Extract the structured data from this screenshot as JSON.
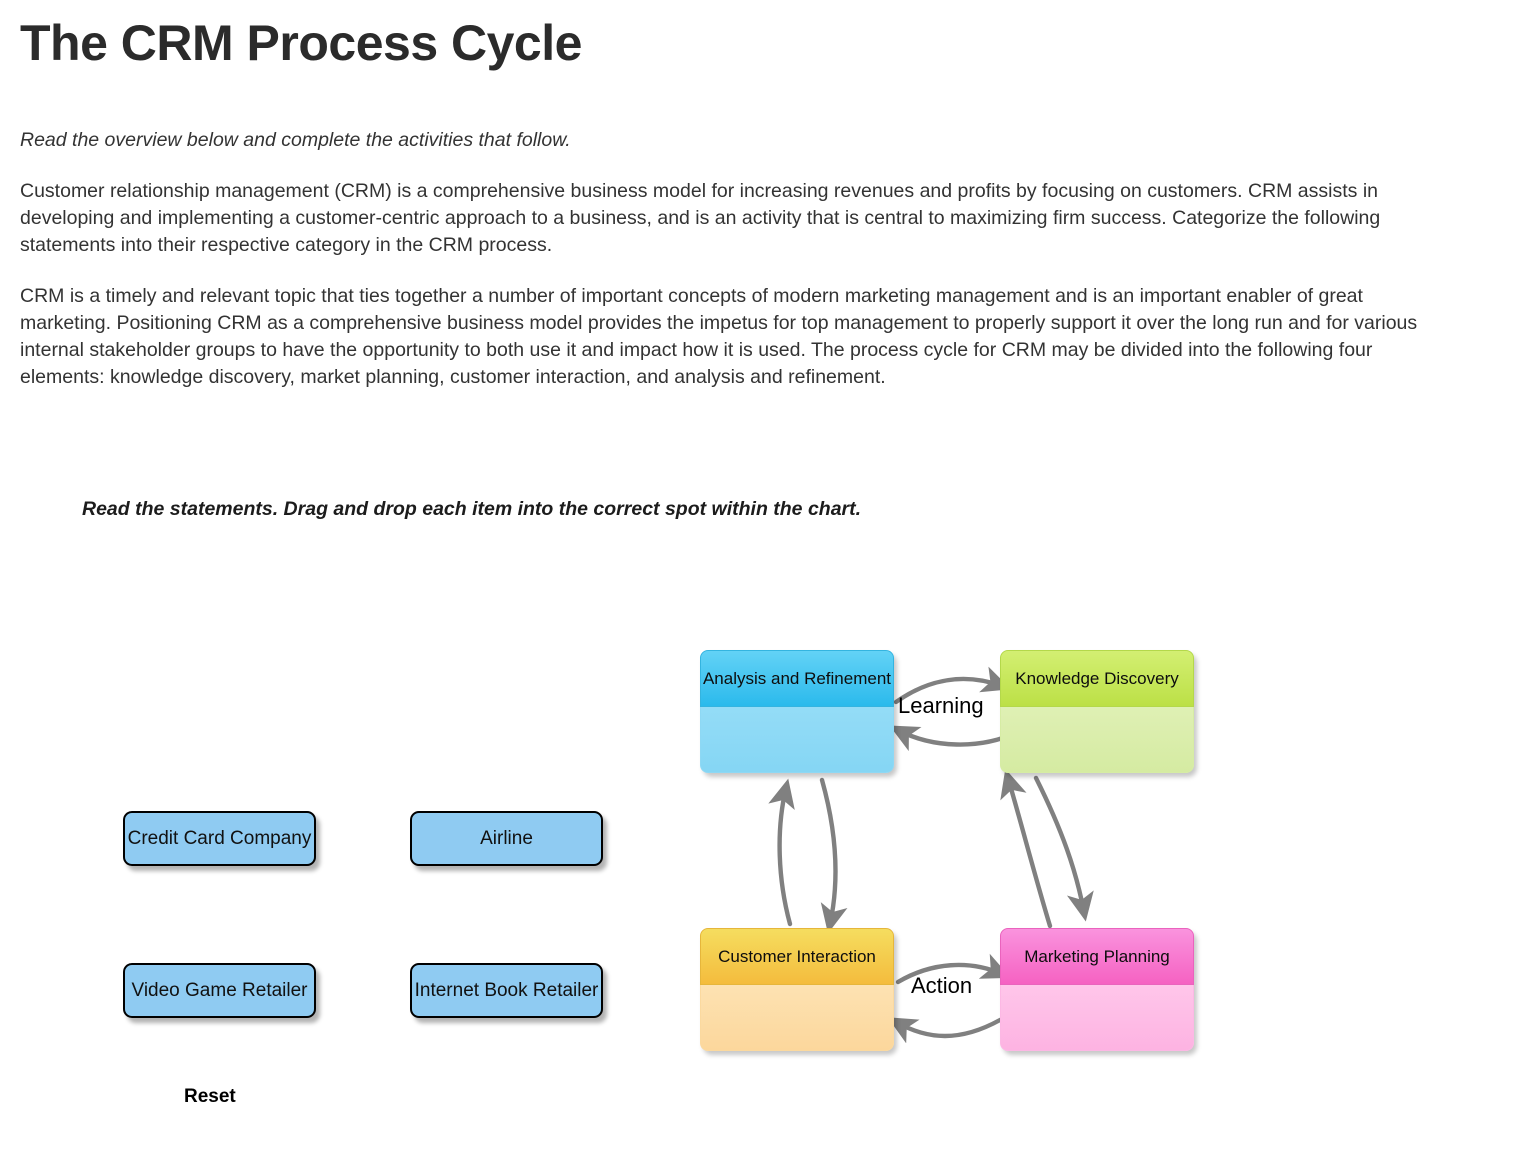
{
  "page": {
    "title": "The CRM Process Cycle",
    "lead": "Read the overview below and complete the activities that follow.",
    "paragraph_1": "Customer relationship management (CRM) is a comprehensive business model for increasing revenues and profits by focusing on customers. CRM assists in developing and implementing a customer-centric approach to a business, and is an activity that is central to maximizing firm success. Categorize the following statements into their respective category in the CRM process.",
    "paragraph_2": "CRM is a timely and relevant topic that ties together a number of important concepts of modern marketing management and is an important enabler of great marketing. Positioning CRM as a comprehensive business model provides the impetus for top management to properly support it over the long run and for various internal stakeholder groups to have the opportunity to both use it and impact how it is used. The process cycle for CRM may be divided into the following four elements: knowledge discovery, market planning, customer interaction, and analysis and refinement."
  },
  "activity": {
    "instructions": "Read the statements.  Drag and drop each item into the correct spot within the chart.",
    "reset_label": "Reset",
    "drag_items": [
      {
        "label": "Credit Card Company"
      },
      {
        "label": "Airline"
      },
      {
        "label": "Video Game Retailer"
      },
      {
        "label": "Internet Book Retailer"
      }
    ],
    "drag_item_color": "#8fcbf2"
  },
  "diagram": {
    "nodes": [
      {
        "label": "Analysis and Refinement",
        "header_color": "#2bbaec",
        "body_color": "#8ddcf7"
      },
      {
        "label": "Knowledge Discovery",
        "header_color": "#c3e84e",
        "body_color": "#dcefac"
      },
      {
        "label": "Customer Interaction",
        "header_color": "#f4c23d",
        "body_color": "#fcd79c"
      },
      {
        "label": "Marketing Planning",
        "header_color": "#f562c2",
        "body_color": "#fdb3e2"
      }
    ],
    "edge_labels": [
      {
        "label": "Learning"
      },
      {
        "label": "Action"
      }
    ],
    "arrow_color": "#808080"
  }
}
